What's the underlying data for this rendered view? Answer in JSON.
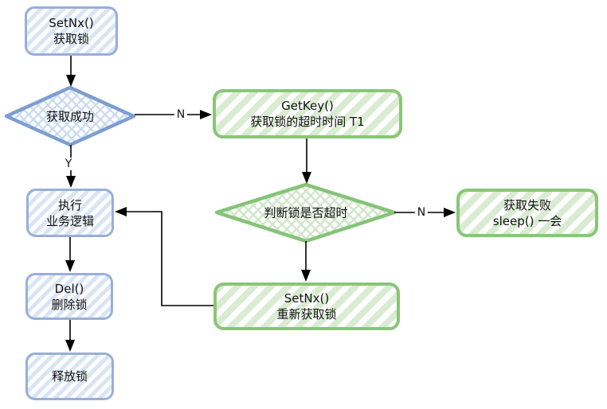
{
  "nodes": {
    "setnx_acquire": {
      "line1": "SetNx()",
      "line2": "获取锁"
    },
    "acquire_success_check": {
      "label": "获取成功"
    },
    "getkey_timeout": {
      "line1": "GetKey()",
      "line2": "获取锁的超时时间 T1"
    },
    "lock_timeout_check": {
      "label": "判断锁是否超时"
    },
    "acquire_fail_sleep": {
      "line1": "获取失败",
      "line2": "sleep() 一会"
    },
    "setnx_reacquire": {
      "line1": "SetNx()",
      "line2": "重新获取锁"
    },
    "execute_business": {
      "line1": "执行",
      "line2": "业务逻辑"
    },
    "del_lock": {
      "line1": "Del()",
      "line2": "删除锁"
    },
    "release_lock": {
      "label": "释放锁"
    }
  },
  "edge_labels": {
    "acquire_yes": "Y",
    "acquire_no": "N",
    "timeout_no": "N"
  },
  "colors": {
    "blue_border": "#97afd9",
    "blue_stripe": "#d9e5f5",
    "blue_diamond_border": "#7d9ed2",
    "blue_cross": "#c9dbf1",
    "green_border": "#8ac578",
    "green_stripe": "#d9ecd2",
    "green_diamond_border": "#85c477",
    "green_cross": "#cfe6c8",
    "line": "#000000",
    "text": "#111111"
  }
}
